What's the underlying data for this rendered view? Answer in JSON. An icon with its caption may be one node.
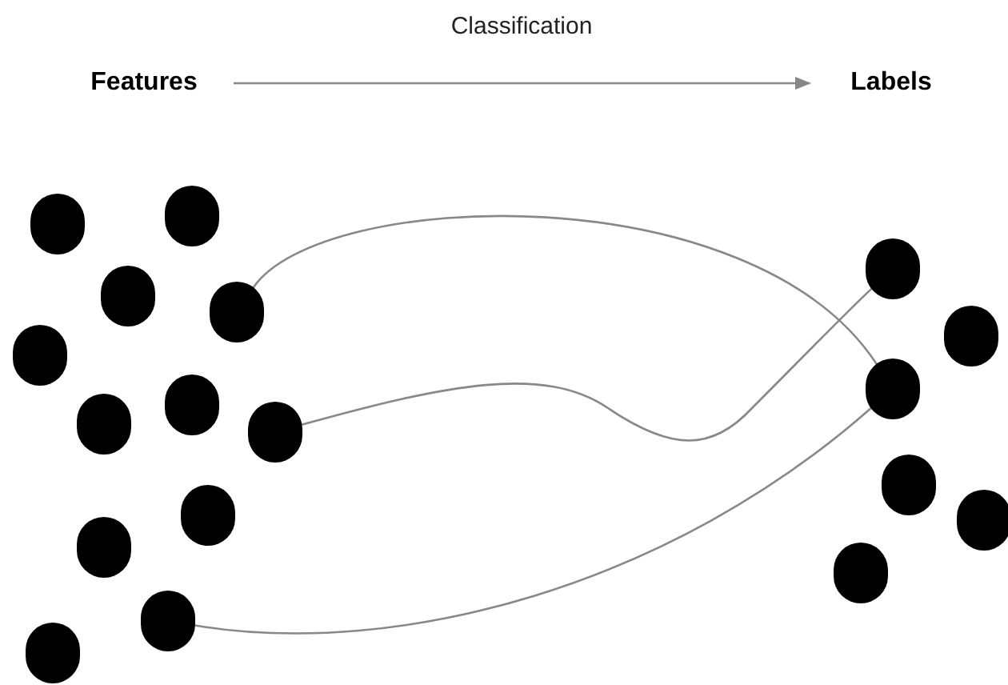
{
  "diagram": {
    "nodes": [
      {
        "text": [
          "Features"
        ]
      },
      {
        "text": [
          "Labels"
        ]
      },
      {
        "text": [],
        "shape": "circle"
      },
      {
        "text": [],
        "shape": "circle"
      },
      {
        "text": [],
        "shape": "circle"
      },
      {
        "text": [],
        "shape": "circle"
      },
      {
        "text": [],
        "shape": "circle"
      },
      {
        "text": [],
        "shape": "circle"
      },
      {
        "text": [],
        "shape": "circle"
      },
      {
        "text": [],
        "shape": "circle"
      },
      {
        "text": [],
        "shape": "circle"
      },
      {
        "text": [],
        "shape": "circle"
      },
      {
        "text": [],
        "shape": "circle"
      },
      {
        "text": [],
        "shape": "circle"
      },
      {
        "text": [],
        "shape": "circle"
      },
      {
        "text": [],
        "shape": "circle"
      },
      {
        "text": [],
        "shape": "circle"
      },
      {
        "text": [],
        "shape": "circle"
      },
      {
        "text": [],
        "shape": "circle"
      },
      {
        "text": [],
        "shape": "circle"
      }
    ],
    "edges": [
      {
        "from": 0,
        "to": 1,
        "arrow": "to",
        "label": "Classification"
      },
      {
        "from": 5,
        "to": 16,
        "arrow": "none"
      },
      {
        "from": 9,
        "to": 14,
        "arrow": "none"
      },
      {
        "from": 12,
        "to": 16,
        "arrow": "none"
      }
    ]
  }
}
